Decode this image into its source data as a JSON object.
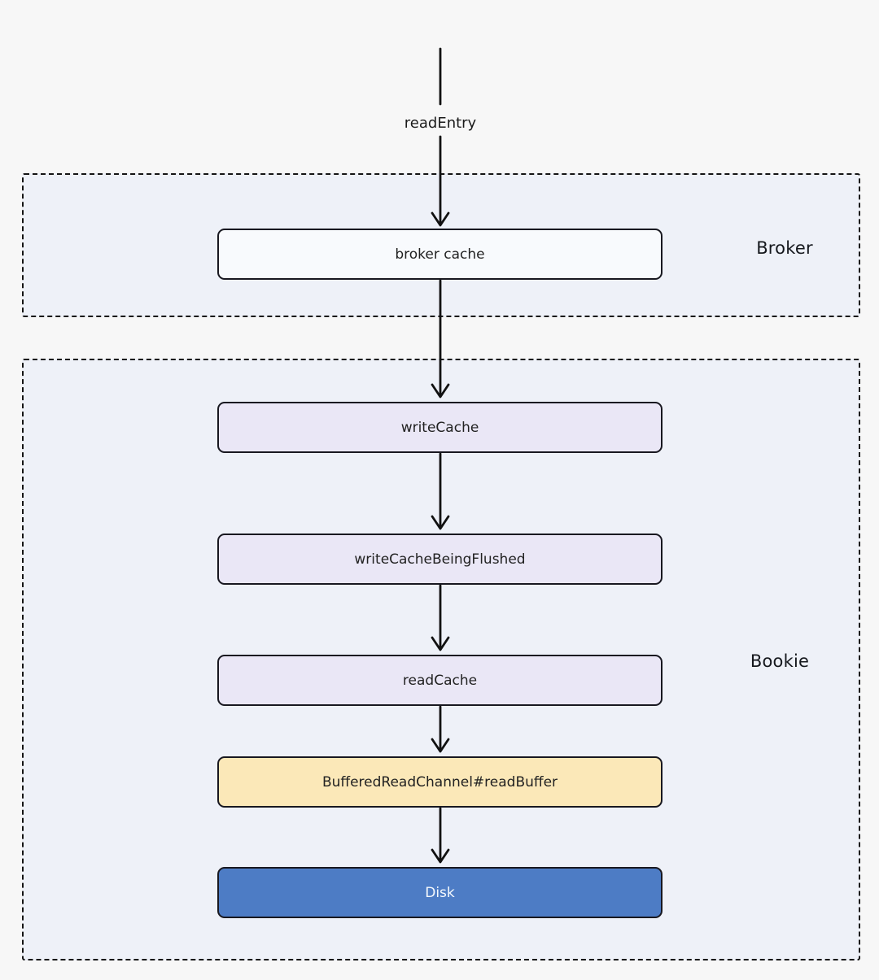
{
  "diagram": {
    "entry_label": "readEntry",
    "groups": [
      {
        "label": "Broker",
        "nodes": [
          {
            "label": "broker cache",
            "fill": "#f8fafd",
            "text_color": "#222222"
          }
        ]
      },
      {
        "label": "Bookie",
        "nodes": [
          {
            "label": "writeCache",
            "fill": "#eae7f6",
            "text_color": "#222222"
          },
          {
            "label": "writeCacheBeingFlushed",
            "fill": "#eae7f6",
            "text_color": "#222222"
          },
          {
            "label": "readCache",
            "fill": "#eae7f6",
            "text_color": "#222222"
          },
          {
            "label": "BufferedReadChannel#readBuffer",
            "fill": "#fbe8b8",
            "text_color": "#222222"
          },
          {
            "label": "Disk",
            "fill": "#4d7cc5",
            "text_color": "#f5f9fd"
          }
        ]
      }
    ],
    "colors": {
      "node_border": "#181820",
      "group_border": "#141414",
      "group_fill": "#eef1f8",
      "arrow": "#111111",
      "page_bg": "#f7f7f7"
    }
  }
}
